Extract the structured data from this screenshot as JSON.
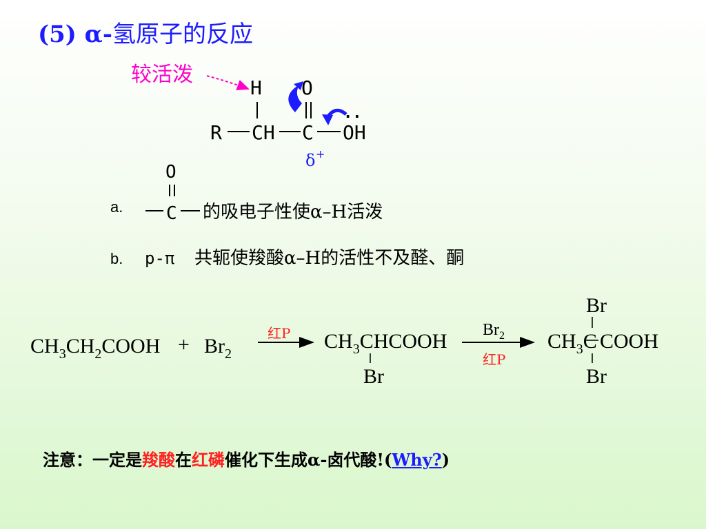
{
  "title": {
    "prefix": "(5) α-",
    "main": "氢原子的反应"
  },
  "annotation": {
    "active_label": "较活泼",
    "delta_symbol": "δ",
    "delta_sign": "+"
  },
  "structure": {
    "R": "R",
    "CH": "CH",
    "C": "C",
    "H": "H",
    "O": "O",
    "OH": "OH",
    "lone_pair": "··"
  },
  "points": [
    {
      "label": "a.",
      "text": "的吸电子性使α–H活泼"
    },
    {
      "label": "b.",
      "prefix": "p-π",
      "text": "共轭使羧酸α–H的活性不及醛、酮"
    }
  ],
  "reaction": {
    "reactant1": {
      "a": "CH",
      "b": "3",
      "c": "CH",
      "d": "2",
      "e": "COOH"
    },
    "plus": "+",
    "reactant2": {
      "a": "Br",
      "b": "2"
    },
    "catalyst1": "红P",
    "product1": {
      "a": "CH",
      "b": "3",
      "c": "CHCOOH",
      "sub": "Br"
    },
    "reagent2": {
      "a": "Br",
      "b": "2"
    },
    "catalyst2": "红P",
    "product2": {
      "a": "CH",
      "b": "3",
      "c": "C",
      "d": "COOH",
      "top": "Br",
      "bottom": "Br"
    }
  },
  "note": {
    "part1": "注意：一定是",
    "red1": "羧酸",
    "part2": "在",
    "red2": "红磷",
    "part3": "催化下生成α-卤代酸!(",
    "link": "Why?",
    "part4": ")"
  },
  "colors": {
    "title": "#1c1cff",
    "magenta": "#ff00cc",
    "blue_arrow": "#1c1cff",
    "red": "#ff2020"
  }
}
